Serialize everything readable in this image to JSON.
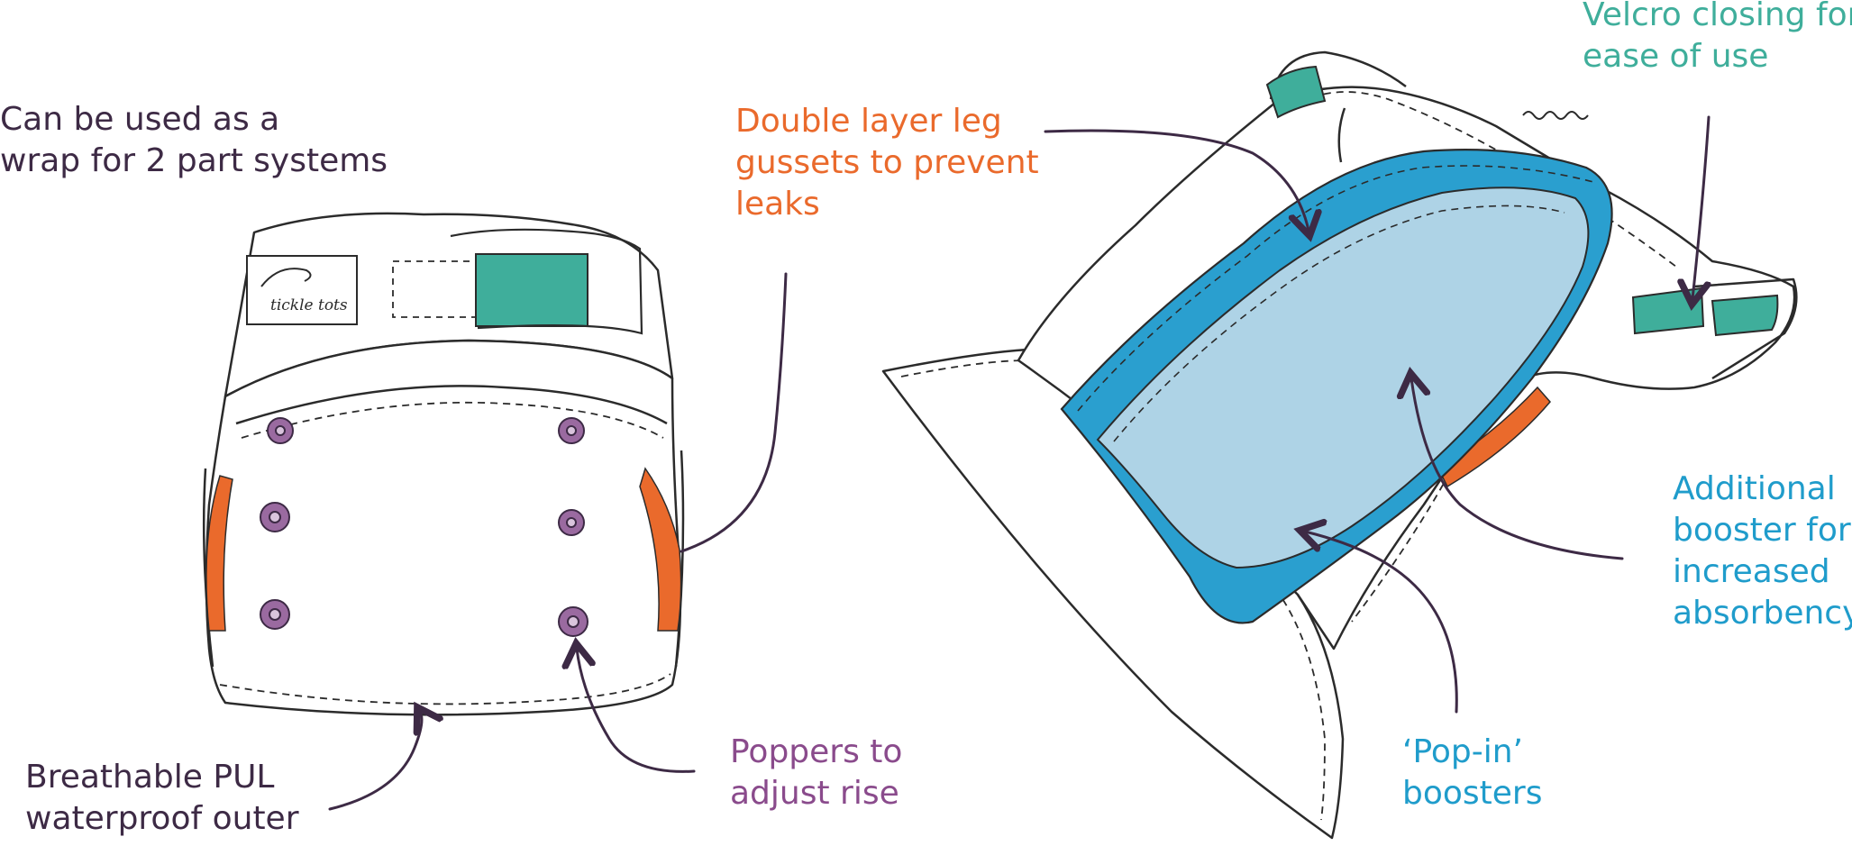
{
  "labels": {
    "wrap": [
      "Can be used as a",
      "wrap for 2 part systems"
    ],
    "outer": [
      "Breathable PUL",
      "waterproof outer"
    ],
    "leg": [
      "Double layer leg",
      "gussets to prevent",
      "leaks"
    ],
    "popper": [
      "Poppers to",
      "adjust rise"
    ],
    "velcro": [
      "Velcro closing for",
      "ease of use"
    ],
    "boost": [
      "Additional",
      "booster for",
      "increased",
      "absorbency"
    ],
    "popin": [
      "‘Pop-in’",
      "boosters"
    ]
  },
  "brand": "tickle tots",
  "colors": {
    "ink": "#2b2b2b",
    "teal": "#3fae9b",
    "orange": "#ea6a2c",
    "purple": "#8a4b8c",
    "blue": "#2a9fcf",
    "lightblue": "#aed3e6",
    "dark": "#3d2a45"
  }
}
